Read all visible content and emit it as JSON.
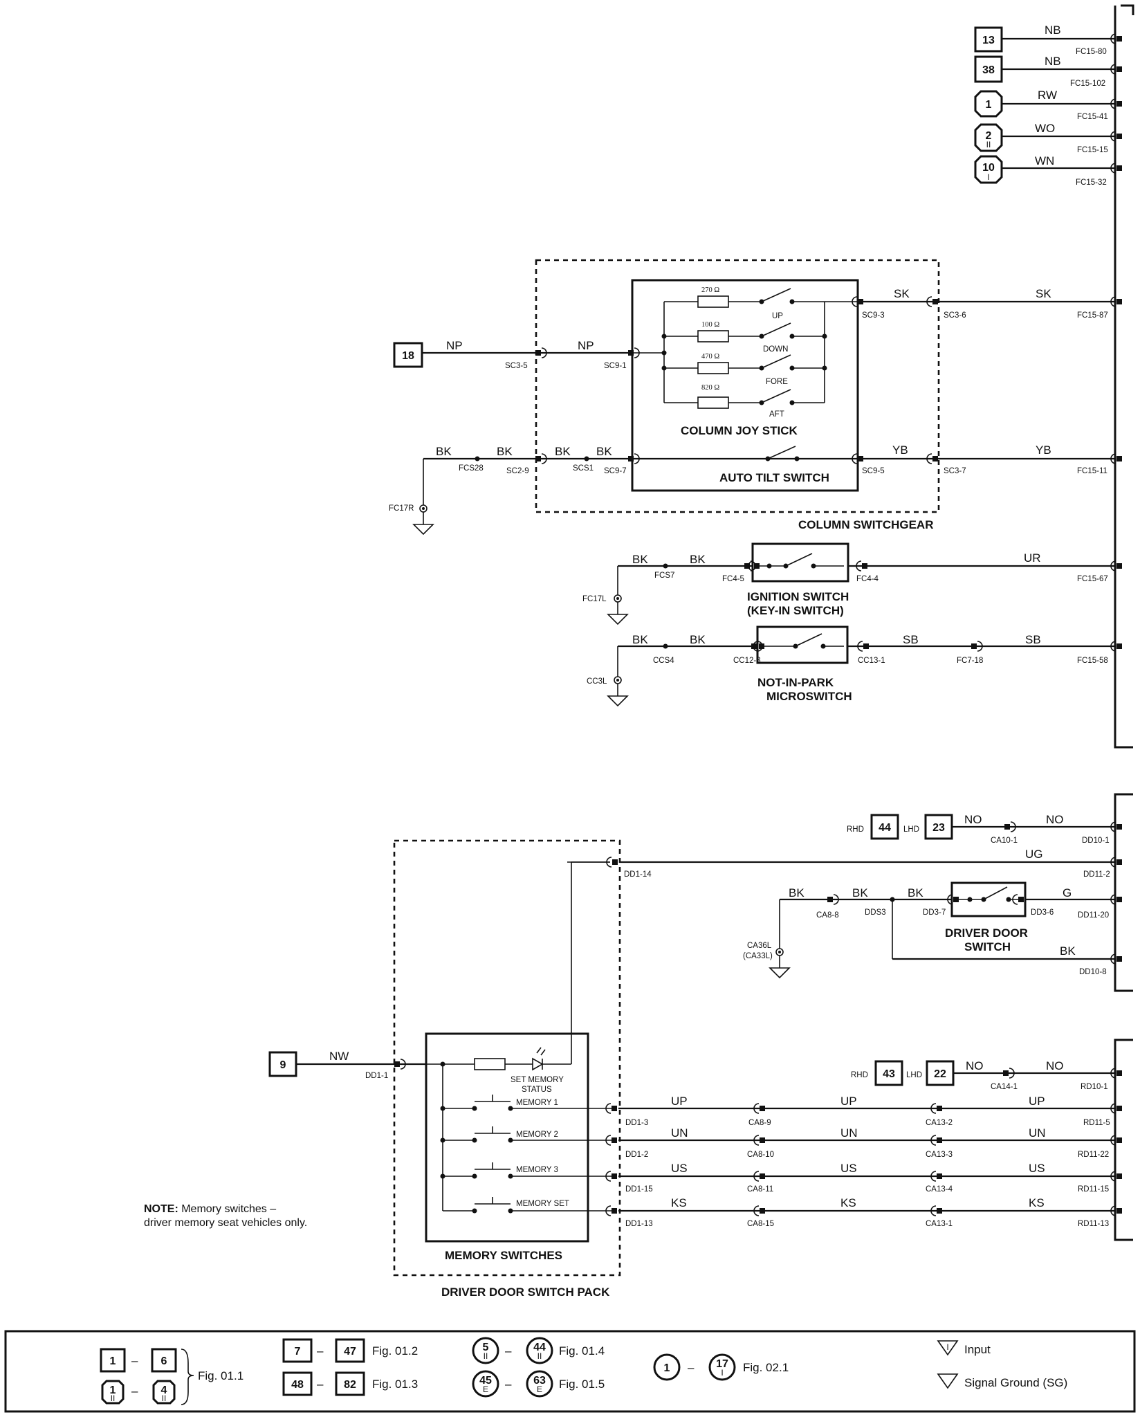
{
  "refs": {
    "r13": "13",
    "r38": "38",
    "r1": "1",
    "r2": "2",
    "r2sub": "II",
    "r10": "10",
    "r10sub": "I",
    "r18": "18",
    "r9": "9",
    "r44": "44",
    "r23": "23",
    "r43": "43",
    "r22": "22",
    "rhd": "RHD",
    "lhd": "LHD"
  },
  "wires": {
    "NB": "NB",
    "RW": "RW",
    "WO": "WO",
    "WN": "WN",
    "SK": "SK",
    "NP": "NP",
    "BK": "BK",
    "YB": "YB",
    "UR": "UR",
    "SB": "SB",
    "NO": "NO",
    "UG": "UG",
    "G": "G",
    "NW": "NW",
    "UP": "UP",
    "UN": "UN",
    "US": "US",
    "KS": "KS"
  },
  "pins": {
    "fc15_80": "FC15-80",
    "fc15_102": "FC15-102",
    "fc15_41": "FC15-41",
    "fc15_15": "FC15-15",
    "fc15_32": "FC15-32",
    "fc15_87": "FC15-87",
    "fc15_11": "FC15-11",
    "fc15_67": "FC15-67",
    "fc15_58": "FC15-58",
    "sc3_5": "SC3-5",
    "sc9_1": "SC9-1",
    "sc9_3": "SC9-3",
    "sc3_6": "SC3-6",
    "fcs28": "FCS28",
    "sc2_9": "SC2-9",
    "scs1": "SCS1",
    "sc9_7": "SC9-7",
    "sc9_5": "SC9-5",
    "sc3_7": "SC3-7",
    "fc17r": "FC17R",
    "fcs7": "FCS7",
    "fc4_5": "FC4-5",
    "fc4_4": "FC4-4",
    "fc17l": "FC17L",
    "ccs4": "CCS4",
    "cc12_3": "CC12-3",
    "cc13_1": "CC13-1",
    "fc7_18": "FC7-18",
    "cc3l": "CC3L",
    "ca10_1": "CA10-1",
    "dd10_1": "DD10-1",
    "dd1_14": "DD1-14",
    "dd11_2": "DD11-2",
    "ca8_8": "CA8-8",
    "dds3": "DDS3",
    "dd3_7": "DD3-7",
    "dd3_6": "DD3-6",
    "dd11_20": "DD11-20",
    "ca36l": "CA36L",
    "ca33l": "(CA33L)",
    "dd10_8": "DD10-8",
    "dd1_1": "DD1-1",
    "ca14_1": "CA14-1",
    "rd10_1": "RD10-1",
    "dd1_3": "DD1-3",
    "ca8_9": "CA8-9",
    "ca13_2": "CA13-2",
    "rd11_5": "RD11-5",
    "dd1_2": "DD1-2",
    "ca8_10": "CA8-10",
    "ca13_3": "CA13-3",
    "rd11_22": "RD11-22",
    "dd1_15": "DD1-15",
    "ca8_11": "CA8-11",
    "ca13_4": "CA13-4",
    "rd11_15": "RD11-15",
    "dd1_13": "DD1-13",
    "ca8_15": "CA8-15",
    "ca13_1": "CA13-1",
    "rd11_13": "RD11-13"
  },
  "components": {
    "r270": "270 Ω",
    "r100": "100 Ω",
    "r470": "470 Ω",
    "r820": "820 Ω",
    "up": "UP",
    "down": "DOWN",
    "fore": "FORE",
    "aft": "AFT",
    "joystick": "COLUMN JOY STICK",
    "autotilt": "AUTO TILT SWITCH",
    "switchgear": "COLUMN SWITCHGEAR",
    "ignition1": "IGNITION SWITCH",
    "ignition2": "(KEY-IN SWITCH)",
    "nip1": "NOT-IN-PARK",
    "nip2": "MICROSWITCH",
    "dds1": "DRIVER DOOR",
    "dds2": "SWITCH",
    "setmem1": "SET MEMORY",
    "setmem2": "STATUS",
    "mem1": "MEMORY 1",
    "mem2": "MEMORY 2",
    "mem3": "MEMORY 3",
    "memset": "MEMORY SET",
    "memsw": "MEMORY SWITCHES",
    "ddsp": "DRIVER DOOR SWITCH PACK"
  },
  "note": {
    "bold": "NOTE:",
    "line1": " Memory switches –",
    "line2": "driver memory seat vehicles only."
  },
  "legend": {
    "a1": "1",
    "a2": "6",
    "b1": "1",
    "b1s": "II",
    "b2": "4",
    "b2s": "II",
    "fig011": "Fig. 01.1",
    "c1": "7",
    "c2": "47",
    "fig012": "Fig. 01.2",
    "d1": "48",
    "d2": "82",
    "fig013": "Fig. 01.3",
    "e1": "5",
    "e1s": "II",
    "e2": "44",
    "e2s": "II",
    "fig014": "Fig. 01.4",
    "f1": "45",
    "f1s": "E",
    "f2": "63",
    "f2s": "E",
    "fig015": "Fig. 01.5",
    "g1": "1",
    "g2": "17",
    "g2s": "I",
    "fig021": "Fig. 02.1",
    "input_sym": "I",
    "input": "Input",
    "sg": "Signal Ground (SG)",
    "dash": "–"
  }
}
